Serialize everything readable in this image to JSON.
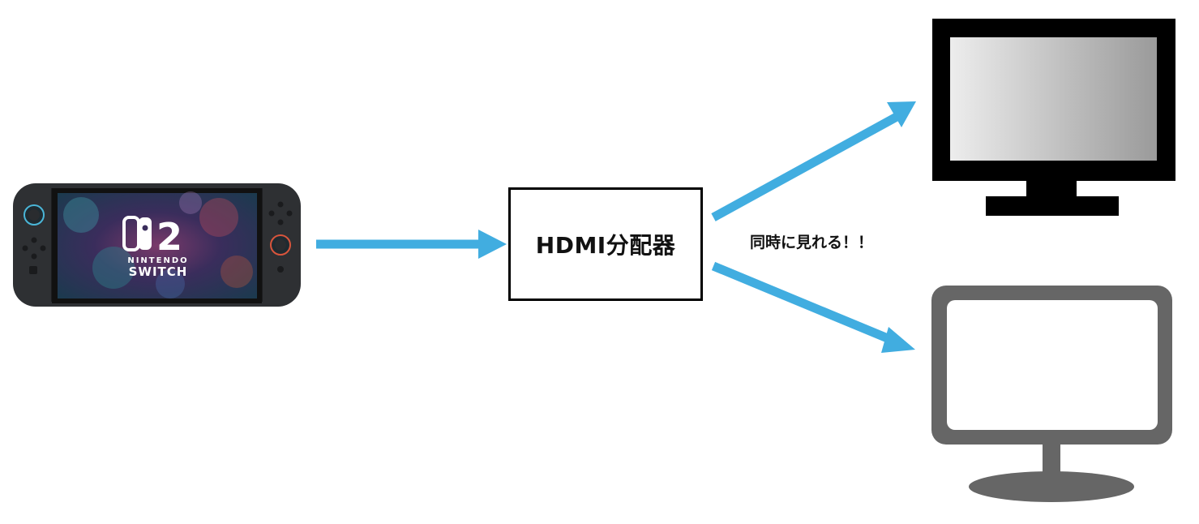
{
  "splitter": {
    "label": "HDMI分配器"
  },
  "note": {
    "text": "同時に見れる！！"
  },
  "console": {
    "logo_number": "2",
    "logo_line1": "NINTENDO",
    "logo_line2": "SWITCH"
  },
  "colors": {
    "arrow": "#41ade0",
    "tv_black": "#000000",
    "monitor_gray": "#666666"
  },
  "icons": {
    "source": "game-console-icon",
    "display_top": "tv-icon",
    "display_bottom": "monitor-icon"
  }
}
